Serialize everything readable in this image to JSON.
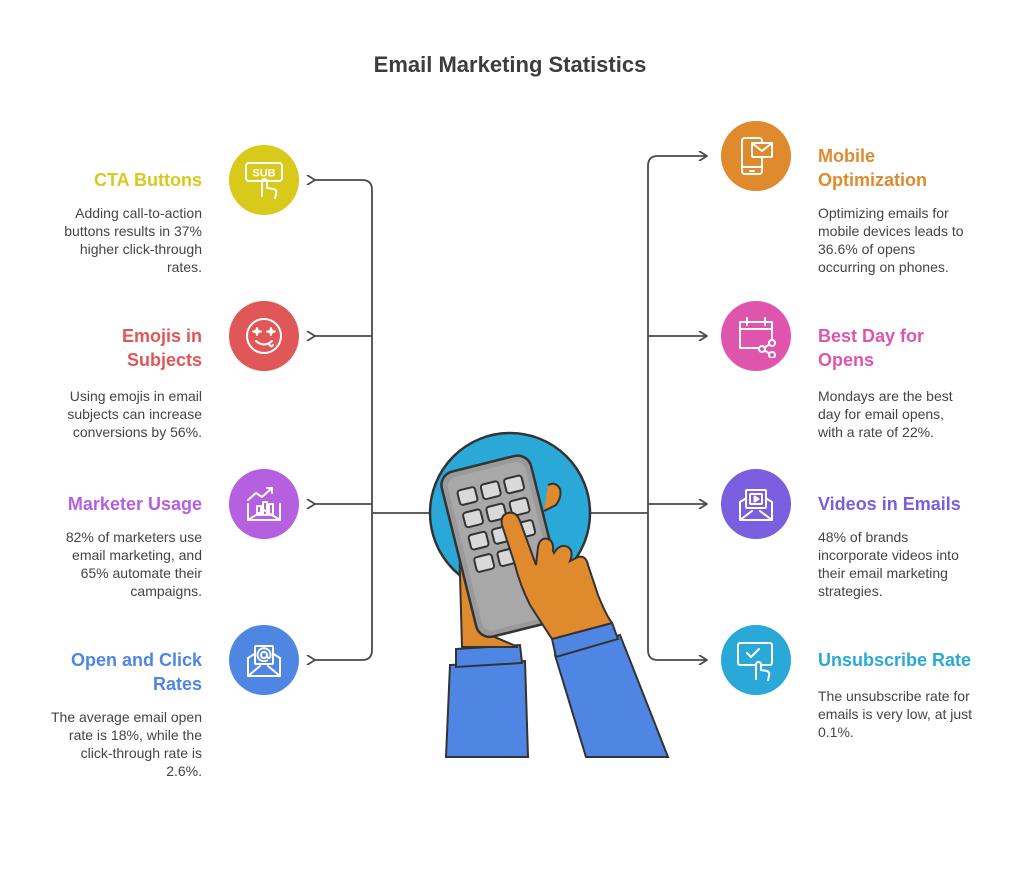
{
  "title": "Email Marketing Statistics",
  "colors": {
    "cta": "#d9c91a",
    "emoji": "#e05757",
    "marketer": "#b65fe0",
    "open_click": "#4f86e3",
    "mobile": "#e08a2e",
    "best_day": "#df55ad",
    "videos": "#7b5ee0",
    "unsubscribe": "#2aa9d8",
    "connector": "#4a4a4a"
  },
  "items": {
    "cta": {
      "icon": "subscribe-click-icon",
      "icon_text": "SUB",
      "heading": "CTA Buttons",
      "desc": [
        "Adding call-to-action",
        "buttons results in 37%",
        "higher click-through",
        "rates."
      ]
    },
    "emoji": {
      "icon": "smiley-face-icon",
      "heading": [
        "Emojis in",
        "Subjects"
      ],
      "desc": [
        "Using emojis in email",
        "subjects can increase",
        "conversions by 56%."
      ]
    },
    "marketer": {
      "icon": "envelope-growth-chart-icon",
      "heading": "Marketer Usage",
      "desc": [
        "82% of marketers use",
        "email marketing, and",
        "65% automate their",
        "campaigns."
      ]
    },
    "open_click": {
      "icon": "envelope-at-sign-icon",
      "heading": [
        "Open and Click",
        "Rates"
      ],
      "desc": [
        "The average email open",
        "rate is 18%, while the",
        "click-through rate is",
        "2.6%."
      ]
    },
    "mobile": {
      "icon": "mobile-email-icon",
      "heading": [
        "Mobile",
        "Optimization"
      ],
      "desc": [
        "Optimizing emails for",
        "mobile devices leads to",
        "36.6% of opens",
        "occurring on phones."
      ]
    },
    "best_day": {
      "icon": "calendar-share-icon",
      "heading": [
        "Best Day for",
        "Opens"
      ],
      "desc": [
        "Mondays are the best",
        "day for email opens,",
        "with a rate of 22%."
      ]
    },
    "videos": {
      "icon": "envelope-video-icon",
      "heading": "Videos in Emails",
      "desc": [
        "48% of brands",
        "incorporate videos into",
        "their email marketing",
        "strategies."
      ]
    },
    "unsubscribe": {
      "icon": "unsubscribe-click-icon",
      "heading": "Unsubscribe Rate",
      "desc": [
        "The unsubscribe rate for",
        "emails is very low, at just",
        "0.1%."
      ]
    }
  },
  "center_icon": "hand-calculator-illustration"
}
